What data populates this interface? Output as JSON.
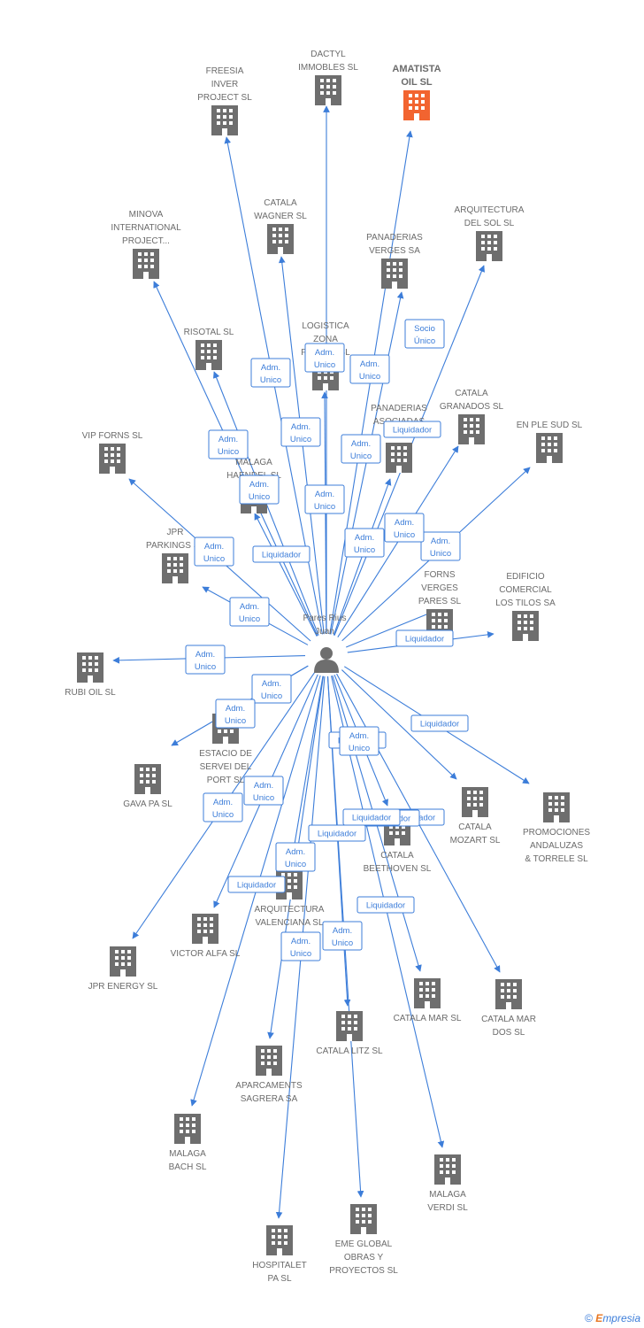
{
  "center": {
    "name_lines": [
      "Pares Rius",
      "Juan"
    ]
  },
  "colors": {
    "edge": "#3c7dd9",
    "building": "#6e6e6e",
    "highlight": "#f26430"
  },
  "icons": {
    "company": "building-icon",
    "person": "person-icon"
  },
  "companies": [
    {
      "id": "freesia",
      "lines": [
        "FREESIA",
        "INVER",
        "PROJECT SL"
      ]
    },
    {
      "id": "dactyl",
      "lines": [
        "DACTYL",
        "IMMOBLES SL"
      ]
    },
    {
      "id": "amatista",
      "lines": [
        "AMATISTA",
        "OIL SL"
      ],
      "highlight": true
    },
    {
      "id": "minova",
      "lines": [
        "MINOVA",
        "INTERNATIONAL",
        "PROJECT..."
      ]
    },
    {
      "id": "catala-wagner",
      "lines": [
        "CATALA",
        "WAGNER SL"
      ]
    },
    {
      "id": "arquitectura-sol",
      "lines": [
        "ARQUITECTURA",
        "DEL SOL SL"
      ]
    },
    {
      "id": "panaderias-verges",
      "lines": [
        "PANADERIAS",
        "VERGES SA"
      ]
    },
    {
      "id": "risotal",
      "lines": [
        "RISOTAL SL"
      ]
    },
    {
      "id": "logistica",
      "lines": [
        "LOGISTICA",
        "ZONA",
        "FRANCA SL"
      ]
    },
    {
      "id": "catala-granados",
      "lines": [
        "CATALA",
        "GRANADOS SL"
      ]
    },
    {
      "id": "panaderias-asociadas",
      "lines": [
        "PANADERIAS",
        "ASOCIADAS",
        "DE G..."
      ]
    },
    {
      "id": "vip-forns",
      "lines": [
        "VIP FORNS  SL"
      ]
    },
    {
      "id": "malaga-haendel",
      "lines": [
        "MALAGA",
        "HAENDEL SL"
      ]
    },
    {
      "id": "en-ple-sud",
      "lines": [
        "EN PLE SUD SL"
      ]
    },
    {
      "id": "jpr-parkings",
      "lines": [
        "JPR",
        "PARKINGS SL"
      ]
    },
    {
      "id": "forns-verges",
      "lines": [
        "FORNS",
        "VERGES",
        "PARES SL"
      ]
    },
    {
      "id": "edificio",
      "lines": [
        "EDIFICIO",
        "COMERCIAL",
        "LOS TILOS SA"
      ]
    },
    {
      "id": "rubi-oil",
      "lines": [
        "RUBI OIL SL"
      ]
    },
    {
      "id": "estacio",
      "lines": [
        "ESTACIO DE",
        "SERVEI DEL",
        "PORT  SL"
      ]
    },
    {
      "id": "gava-pa",
      "lines": [
        "GAVA PA  SL"
      ]
    },
    {
      "id": "catala-mozart",
      "lines": [
        "CATALA",
        "MOZART SL"
      ]
    },
    {
      "id": "promociones",
      "lines": [
        "PROMOCIONES",
        "ANDALUZAS",
        "& TORRELE SL"
      ]
    },
    {
      "id": "catala-beethoven",
      "lines": [
        "CATALA",
        "BEETHOVEN SL"
      ]
    },
    {
      "id": "arquitectura-valenciana",
      "lines": [
        "ARQUITECTURA",
        "VALENCIANA SL"
      ]
    },
    {
      "id": "victor-alfa",
      "lines": [
        "VICTOR ALFA SL"
      ]
    },
    {
      "id": "jpr-energy",
      "lines": [
        "JPR ENERGY SL"
      ]
    },
    {
      "id": "catala-mar",
      "lines": [
        "CATALA MAR SL"
      ]
    },
    {
      "id": "catala-mar-dos",
      "lines": [
        "CATALA MAR",
        "DOS SL"
      ]
    },
    {
      "id": "catala-litz",
      "lines": [
        "CATALA LITZ SL"
      ]
    },
    {
      "id": "aparcaments",
      "lines": [
        "APARCAMENTS",
        "SAGRERA SA"
      ]
    },
    {
      "id": "malaga-bach",
      "lines": [
        "MALAGA",
        "BACH SL"
      ]
    },
    {
      "id": "malaga-verdi",
      "lines": [
        "MALAGA",
        "VERDI SL"
      ]
    },
    {
      "id": "eme-global",
      "lines": [
        "EME GLOBAL",
        "OBRAS Y",
        "PROYECTOS SL"
      ]
    },
    {
      "id": "hospitalet",
      "lines": [
        "HOSPITALET",
        "PA  SL"
      ]
    }
  ],
  "relations": [
    {
      "to": "freesia",
      "roles": [
        "Adm.",
        "Unico"
      ]
    },
    {
      "to": "dactyl",
      "roles": [
        "Adm.",
        "Unico"
      ]
    },
    {
      "to": "amatista",
      "roles": [
        "Adm.",
        "Unico"
      ]
    },
    {
      "to": "minova",
      "roles": [
        "Adm.",
        "Unico"
      ]
    },
    {
      "to": "catala-wagner",
      "roles": [
        "Adm.",
        "Unico"
      ]
    },
    {
      "to": "arquitectura-sol",
      "roles": [
        "Adm.",
        "Unico"
      ]
    },
    {
      "to": "panaderias-verges",
      "roles": [
        "Socio",
        "Único"
      ]
    },
    {
      "to": "risotal",
      "roles": [
        "Adm.",
        "Unico"
      ]
    },
    {
      "to": "logistica",
      "roles": [
        "Adm.",
        "Unico"
      ]
    },
    {
      "to": "catala-granados",
      "roles": [
        "Liquidador"
      ]
    },
    {
      "to": "panaderias-asociadas",
      "roles": [
        "Adm.",
        "Unico"
      ]
    },
    {
      "to": "vip-forns",
      "roles": [
        "Adm.",
        "Unico"
      ]
    },
    {
      "to": "malaga-haendel",
      "roles": [
        "Liquidador"
      ]
    },
    {
      "to": "en-ple-sud",
      "roles": [
        "Adm.",
        "Unico"
      ]
    },
    {
      "to": "jpr-parkings",
      "roles": [
        "Adm.",
        "Unico"
      ]
    },
    {
      "to": "forns-verges",
      "roles": [
        "Adm.",
        "Unico"
      ]
    },
    {
      "to": "edificio",
      "roles": [
        "Liquidador"
      ]
    },
    {
      "to": "rubi-oil",
      "roles": [
        "Adm.",
        "Unico"
      ]
    },
    {
      "to": "estacio",
      "roles": [
        "Adm.",
        "Unico"
      ]
    },
    {
      "to": "gava-pa",
      "roles": [
        "Adm.",
        "Unico"
      ]
    },
    {
      "to": "catala-mozart",
      "roles": [
        "Liquidador"
      ]
    },
    {
      "to": "promociones",
      "roles": [
        "Liquidador"
      ]
    },
    {
      "to": "catala-beethoven",
      "roles": [
        "Liquidador"
      ]
    },
    {
      "to": "arquitectura-valenciana",
      "roles": [
        "Liquidador"
      ]
    },
    {
      "to": "victor-alfa",
      "roles": [
        "Adm.",
        "Unico"
      ]
    },
    {
      "to": "jpr-energy",
      "roles": [
        "Adm.",
        "Unico"
      ]
    },
    {
      "to": "catala-mar",
      "roles": [
        "Liquidador"
      ]
    },
    {
      "to": "catala-mar-dos",
      "roles": [
        "Liquidador"
      ]
    },
    {
      "to": "catala-litz",
      "roles": [
        "Adm.",
        "Unico"
      ]
    },
    {
      "to": "aparcaments",
      "roles": [
        "Adm.",
        "Unico"
      ]
    },
    {
      "to": "malaga-bach",
      "roles": [
        "Liquidador"
      ]
    },
    {
      "to": "malaga-verdi",
      "roles": [
        "Adm.",
        "Unico"
      ]
    },
    {
      "to": "eme-global",
      "roles": [
        "Liquidador"
      ]
    },
    {
      "to": "hospitalet",
      "roles": [
        "Adm.",
        "Unico"
      ]
    }
  ],
  "footer": {
    "copyright": "©",
    "brand_initial": "E",
    "brand_rest": "mpresia"
  }
}
